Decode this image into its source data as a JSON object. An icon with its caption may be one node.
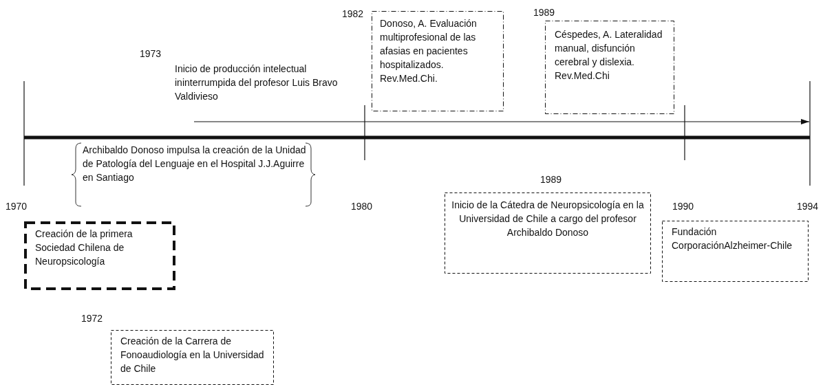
{
  "diagram": {
    "nodes": [
      {
        "text": [
          "Donoso, A. Evaluación multiprofesional de las afasias en pacientes hospitalizados. Rev.Med.Chi."
        ],
        "beside": [
          "1982"
        ]
      },
      {
        "text": [
          "Céspedes, A. Lateralidad manual, disfunción cerebral y dislexia. Rev.Med.Chi"
        ],
        "beside": [
          "1989"
        ]
      },
      {
        "text": [
          "Inicio de la Cátedra de Neuropsicología en la Universidad de Chile a cargo del profesor Archibaldo Donoso"
        ],
        "beside": [
          "1989"
        ]
      },
      {
        "text": [
          "Creación de la primera Sociedad Chilena de Neuropsicología"
        ]
      },
      {
        "text": [
          "Fundación CorporaciónAlzheimer-Chile"
        ]
      },
      {
        "text": [
          "Creación de la Carrera de Fonoaudiología en la Universidad de Chile"
        ],
        "beside": [
          "1972"
        ]
      }
    ],
    "labels": [
      "1973",
      "Inicio de producción intelectual ininterrumpida del profesor Luis Bravo Valdivieso",
      "Archibaldo Donoso impulsa la creación de la Unidad de Patología del Lenguaje en el Hospital J.J.Aguirre en Santiago",
      "1970",
      "1980",
      "1990",
      "1994"
    ]
  }
}
